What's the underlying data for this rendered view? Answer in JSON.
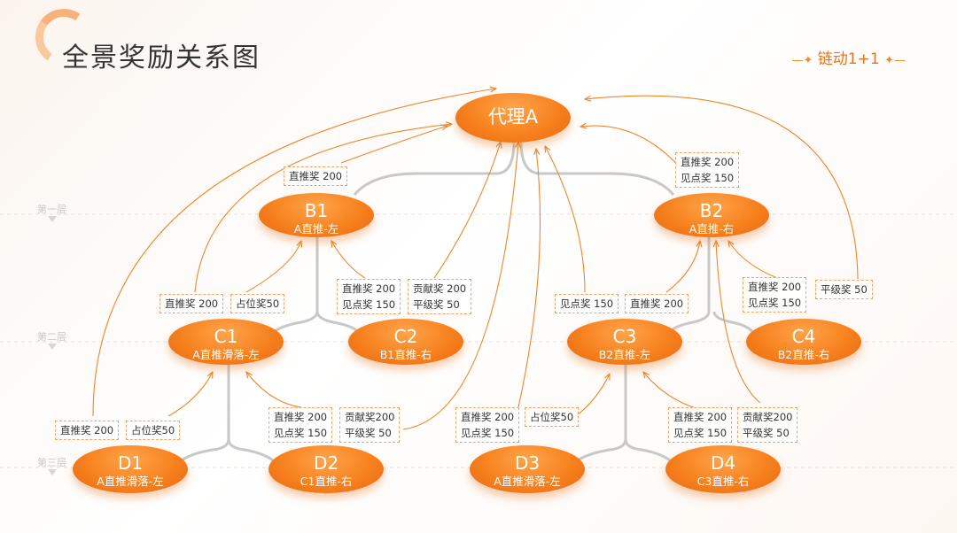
{
  "title": "全景奖励关系图",
  "brand": "链动1+1",
  "layers": [
    "第一层",
    "第二层",
    "第三层"
  ],
  "nodes": {
    "A": {
      "title": "代理A",
      "sub": ""
    },
    "B1": {
      "title": "B1",
      "sub": "A直推-左"
    },
    "B2": {
      "title": "B2",
      "sub": "A直推-右"
    },
    "C1": {
      "title": "C1",
      "sub": "A直推滑落-左"
    },
    "C2": {
      "title": "C2",
      "sub": "B1直推-右"
    },
    "C3": {
      "title": "C3",
      "sub": "B2直推-左"
    },
    "C4": {
      "title": "C4",
      "sub": "B2直推-右"
    },
    "D1": {
      "title": "D1",
      "sub": "A直推滑落-左"
    },
    "D2": {
      "title": "D2",
      "sub": "C1直推-右"
    },
    "D3": {
      "title": "D3",
      "sub": "A直推滑落-左"
    },
    "D4": {
      "title": "D4",
      "sub": "C3直推-右"
    }
  },
  "tags": {
    "b1_direct": [
      "直推奖 200"
    ],
    "b2_rewards": [
      "直推奖 200",
      "见点奖 150"
    ],
    "c1_direct": [
      "直推奖 200"
    ],
    "c1_position": [
      "占位奖50"
    ],
    "c2_to_b1": [
      "直推奖 200",
      "见点奖 150"
    ],
    "c2_to_a": [
      "贡献奖 200",
      "平级奖 50"
    ],
    "c3_to_a": [
      "见点奖 150"
    ],
    "c3_to_b2": [
      "直推奖 200"
    ],
    "c4_to_b2": [
      "直推奖 200",
      "见点奖 150"
    ],
    "c4_to_a": [
      "平级奖 50"
    ],
    "d1_direct": [
      "直推奖 200"
    ],
    "d1_position": [
      "占位奖50"
    ],
    "d2_to_c1": [
      "直推奖 200",
      "见点奖 150"
    ],
    "d2_to_a": [
      "贡献奖200",
      "平级奖 50"
    ],
    "d3_to_a": [
      "直推奖 200",
      "见点奖 150"
    ],
    "d3_position": [
      "占位奖50"
    ],
    "d4_to_c3": [
      "直推奖 200",
      "见点奖 150"
    ],
    "d4_to_b2": [
      "贡献奖200",
      "平级奖 50"
    ]
  },
  "colors": {
    "accent": "#f7811e",
    "arrow": "#f0862a",
    "connector": "#c8c8c8"
  }
}
